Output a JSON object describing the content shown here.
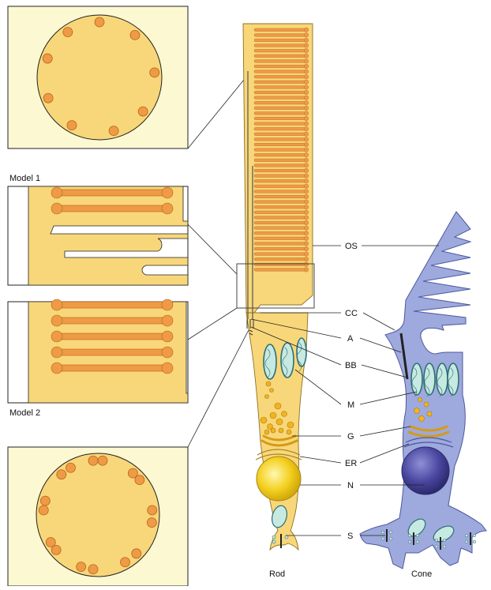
{
  "labels": {
    "model1": "Model 1",
    "model2": "Model 2",
    "os": "OS",
    "cc": "CC",
    "a": "A",
    "bb": "BB",
    "m": "M",
    "g": "G",
    "er": "ER",
    "n": "N",
    "s": "S",
    "rod": "Rod",
    "cone": "Cone"
  },
  "colors": {
    "rod_fill": "#f8d77a",
    "rod_stroke": "#a88420",
    "disc": "#ef9a45",
    "disc_stroke": "#b5631b",
    "inset_bg": "#fcf8d2",
    "cone_fill": "#9ea9dd",
    "cone_stroke": "#4d5aa0",
    "cone_nucleus": "#3d3a8a",
    "mito_fill": "#c6e9e2",
    "mito_stroke": "#2f6f73",
    "golgi": "#f0b41e",
    "rod_nucleus": "#f4d020"
  }
}
